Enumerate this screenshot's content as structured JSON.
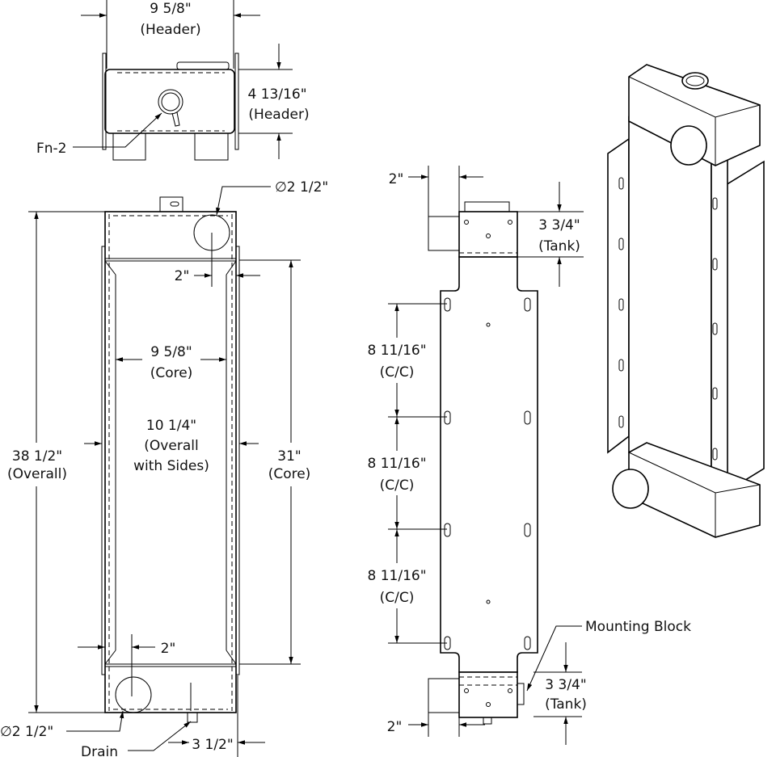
{
  "top_view": {
    "header_width": "9 5/8\"",
    "header_width_note": "(Header)",
    "header_height": "4 13/16\"",
    "header_height_note": "(Header)",
    "fill_neck_label": "Fn-2"
  },
  "front_view": {
    "inlet_diameter": "∅2 1/2\"",
    "inlet_offset": "2\"",
    "core_width": "9 5/8\"",
    "core_width_note": "(Core)",
    "overall_width": "10 1/4\"",
    "overall_width_note1": "(Overall",
    "overall_width_note2": "with Sides)",
    "overall_height": "38 1/2\"",
    "overall_height_note": "(Overall)",
    "core_height": "31\"",
    "core_height_note": "(Core)",
    "outlet_offset": "2\"",
    "outlet_diameter": "∅2 1/2\"",
    "drain_label": "Drain",
    "drain_offset": "3 1/2\""
  },
  "side_view": {
    "pipe_depth_top": "2\"",
    "tank_top": "3 3/4\"",
    "tank_top_note": "(Tank)",
    "spacings": [
      {
        "value": "8 11/16\"",
        "note": "(C/C)"
      },
      {
        "value": "8 11/16\"",
        "note": "(C/C)"
      },
      {
        "value": "8 11/16\"",
        "note": "(C/C)"
      }
    ],
    "mounting_block_label": "Mounting Block",
    "tank_bottom": "3 3/4\"",
    "tank_bottom_note": "(Tank)",
    "pipe_depth_bottom": "2\""
  }
}
